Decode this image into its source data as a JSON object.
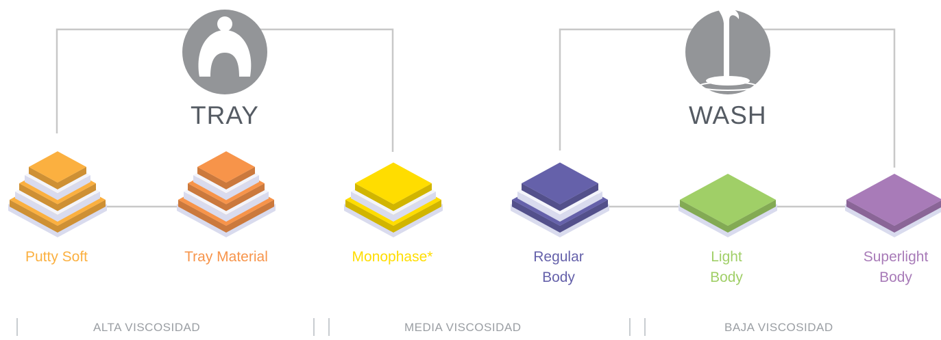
{
  "groups": {
    "tray": {
      "title": "TRAY",
      "icon": "dental-tray-icon"
    },
    "wash": {
      "title": "WASH",
      "icon": "pouring-liquid-icon"
    }
  },
  "materials": [
    {
      "line1": "Putty Soft",
      "line2": "",
      "color": "#FBB040",
      "layers": 3
    },
    {
      "line1": "Tray Material",
      "line2": "",
      "color": "#F7944A",
      "layers": 3
    },
    {
      "line1": "Monophase*",
      "line2": "",
      "color": "#FFDD00",
      "layers": 2
    },
    {
      "line1": "Regular",
      "line2": "Body",
      "color": "#6561AA",
      "layers": 2
    },
    {
      "line1": "Light",
      "line2": "Body",
      "color": "#A0CF67",
      "layers": 1
    },
    {
      "line1": "Superlight",
      "line2": "Body",
      "color": "#A87BB8",
      "layers": 1
    }
  ],
  "viscosity": {
    "alta": "ALTA VISCOSIDAD",
    "media": "MEDIA VISCOSIDAD",
    "baja": "BAJA VISCOSIDAD"
  },
  "colors": {
    "connector": "#C8C8C8",
    "icon_circle": "#939598",
    "title_text": "#555B63",
    "base_top": "#F4F5FB",
    "base_side": "#D9DBEE"
  }
}
